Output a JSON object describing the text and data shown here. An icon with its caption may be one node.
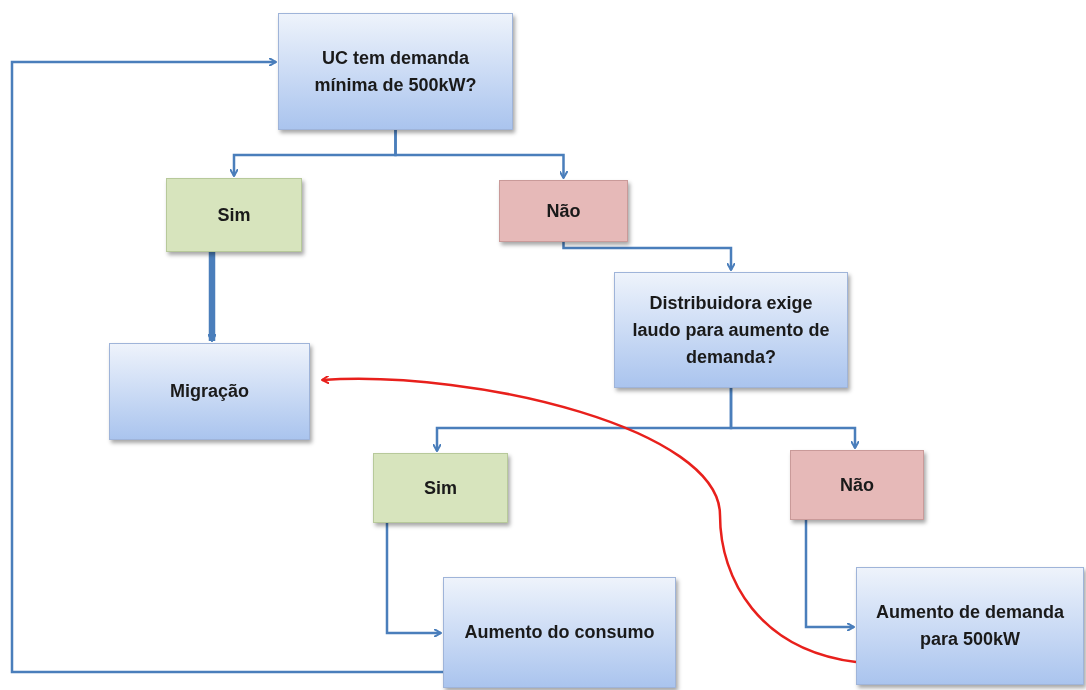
{
  "diagram": {
    "nodes": [
      {
        "text": [
          "UC tem demanda mínima de 500kW?"
        ]
      },
      {
        "text": [
          "Sim"
        ]
      },
      {
        "text": [
          "Não"
        ]
      },
      {
        "text": [
          "Migração"
        ]
      },
      {
        "text": [
          "Distribuidora exige laudo para aumento de demanda?"
        ]
      },
      {
        "text": [
          "Sim"
        ]
      },
      {
        "text": [
          "Não"
        ]
      },
      {
        "text": [
          "Aumento do consumo"
        ]
      },
      {
        "text": [
          "Aumento de demanda para 500kW"
        ]
      }
    ],
    "edges": [
      {
        "from": 0,
        "to": 1,
        "arrow": "to"
      },
      {
        "from": 0,
        "to": 2,
        "arrow": "to"
      },
      {
        "from": 1,
        "to": 3,
        "arrow": "to",
        "style": "thick"
      },
      {
        "from": 2,
        "to": 4,
        "arrow": "to"
      },
      {
        "from": 4,
        "to": 5,
        "arrow": "to"
      },
      {
        "from": 4,
        "to": 6,
        "arrow": "to"
      },
      {
        "from": 5,
        "to": 7,
        "arrow": "to"
      },
      {
        "from": 6,
        "to": 8,
        "arrow": "to"
      },
      {
        "from": 7,
        "to": 0,
        "arrow": "to"
      },
      {
        "from": 8,
        "to": 3,
        "arrow": "to",
        "color": "#e8201c"
      }
    ]
  }
}
